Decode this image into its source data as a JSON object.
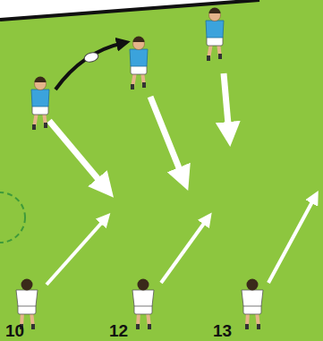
{
  "diagram": {
    "labels": [
      "10",
      "12",
      "13"
    ]
  }
}
